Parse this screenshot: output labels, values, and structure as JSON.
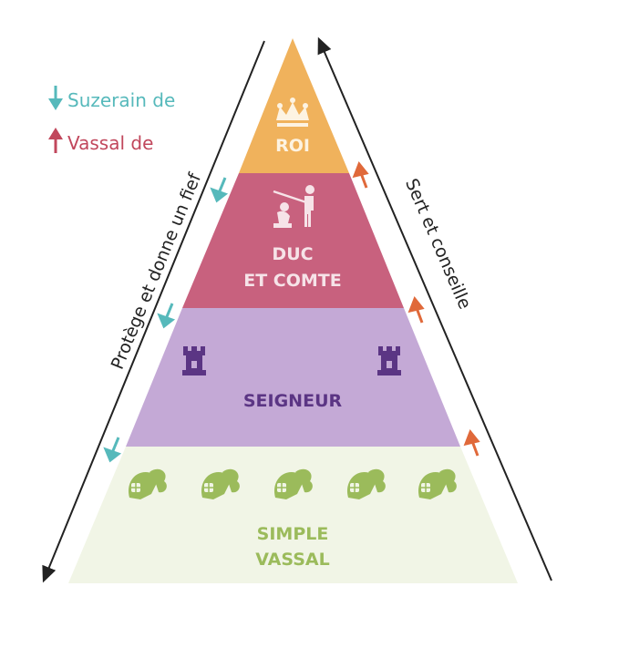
{
  "legend": {
    "suzerain": {
      "label": "Suzerain de",
      "color": "#56b9bb",
      "icon": "arrow-down-icon"
    },
    "vassal": {
      "label": "Vassal de",
      "color": "#c1475c",
      "icon": "arrow-up-icon"
    }
  },
  "sides": {
    "left": "Protège et donne un fief",
    "right": "Sert et conseille"
  },
  "levels": [
    {
      "label": "ROI",
      "color": "#f0b25c",
      "text_color": "#fdf3e2",
      "icon": "crown-icon"
    },
    {
      "label_1": "DUC",
      "label_2": "ET COMTE",
      "color": "#c8617e",
      "text_color": "#f6e3e8",
      "icon": "knighting-ceremony-icon"
    },
    {
      "label": "SEIGNEUR",
      "color": "#c4a9d6",
      "text_color": "#5b3584",
      "icon": "castle-tower-icon"
    },
    {
      "label_1": "SIMPLE",
      "label_2": "VASSAL",
      "color": "#f1f5e6",
      "text_color": "#9bbb5b",
      "icon": "knight-helmet-icon"
    }
  ],
  "arrow_colors": {
    "down": "#56b9bb",
    "up": "#e0693a"
  }
}
